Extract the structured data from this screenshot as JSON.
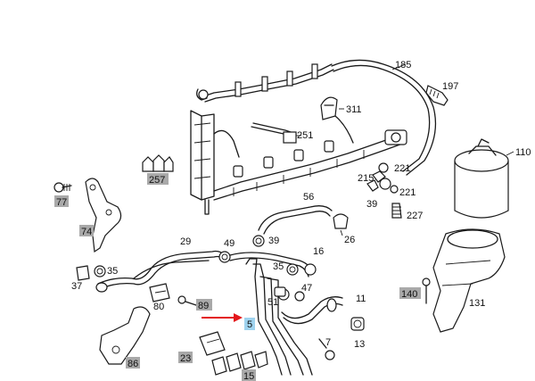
{
  "colors": {
    "background": "#ffffff",
    "line": "#1a1a1a",
    "label_box_gray": "#a9a9a9",
    "label_box_selected": "#9fd3ef",
    "arrow_red": "#e3171b"
  },
  "labels": {
    "p185": "185",
    "p197": "197",
    "p311": "311",
    "p251": "251",
    "p110": "110",
    "p221a": "221",
    "p215": "215",
    "p221b": "221",
    "p39a": "39",
    "p227": "227",
    "p56": "56",
    "p26": "26",
    "p257": "257",
    "p77": "77",
    "p74": "74",
    "p29": "29",
    "p49": "49",
    "p39b": "39",
    "p16": "16",
    "p35a": "35",
    "p37": "37",
    "p35b": "35",
    "p47": "47",
    "p11": "11",
    "p80": "80",
    "p89": "89",
    "p51": "51",
    "p140": "140",
    "p131": "131",
    "p5": "5",
    "p7": "7",
    "p13": "13",
    "p86": "86",
    "p23": "23",
    "p15": "15"
  }
}
